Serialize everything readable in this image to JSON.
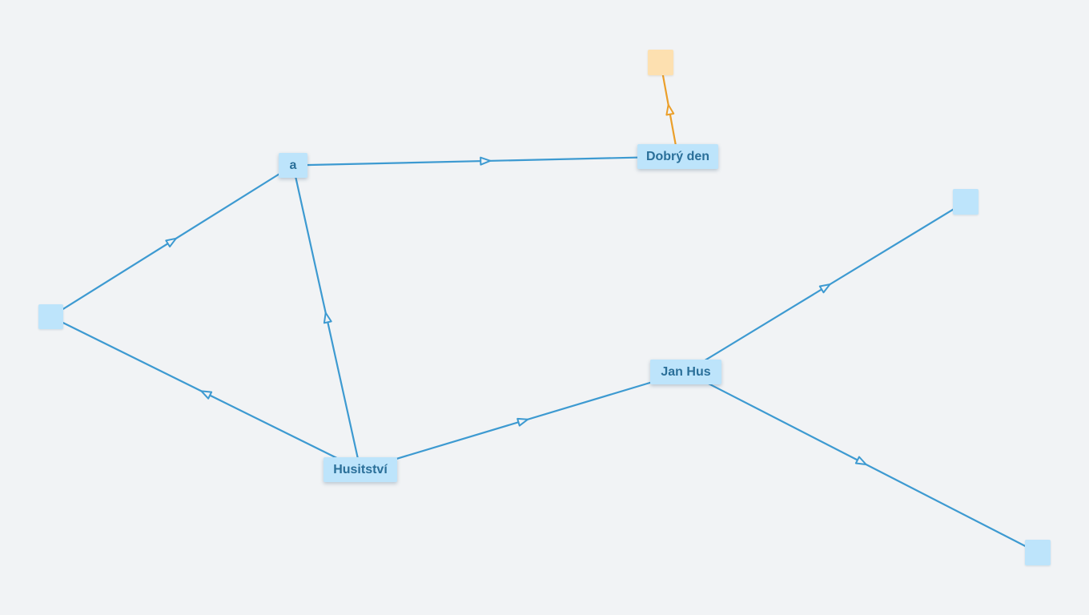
{
  "colors": {
    "background": "#f1f3f5",
    "node_fill": "#bde4fb",
    "node_text": "#2a6f99",
    "edge_blue": "#3d9ad1",
    "node_orange": "#fde0b0",
    "edge_orange": "#eb9f2a"
  },
  "nodes": {
    "a": {
      "label": "a"
    },
    "dobry_den": {
      "label": "Dobrý den"
    },
    "orange": {
      "label": ""
    },
    "left": {
      "label": ""
    },
    "jan_hus": {
      "label": "Jan Hus"
    },
    "husitstvi": {
      "label": "Husitství"
    },
    "right_top": {
      "label": ""
    },
    "right_bottom": {
      "label": ""
    }
  },
  "edges": [
    {
      "from": "left",
      "to": "a",
      "color": "blue"
    },
    {
      "from": "husitstvi",
      "to": "left",
      "color": "blue"
    },
    {
      "from": "husitstvi",
      "to": "a",
      "color": "blue"
    },
    {
      "from": "a",
      "to": "dobry_den",
      "color": "blue"
    },
    {
      "from": "dobry_den",
      "to": "orange",
      "color": "orange"
    },
    {
      "from": "husitstvi",
      "to": "jan_hus",
      "color": "blue"
    },
    {
      "from": "jan_hus",
      "to": "right_top",
      "color": "blue"
    },
    {
      "from": "jan_hus",
      "to": "right_bottom",
      "color": "blue"
    }
  ]
}
